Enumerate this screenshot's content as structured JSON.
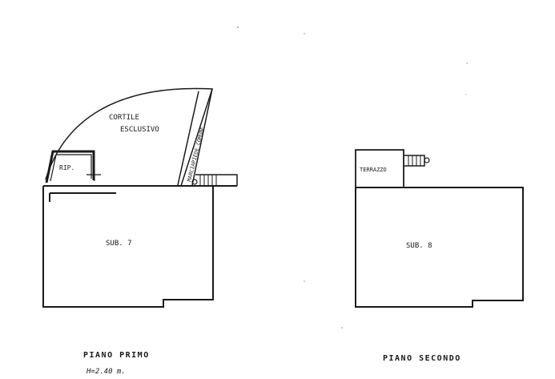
{
  "floor_first": {
    "courtyard_line1": "CORTILE",
    "courtyard_line2": "ESCLUSIVO",
    "sidewalk": "MARCIAPIEDE COMUNE",
    "storage": "RIP.",
    "unit": "SUB. 7",
    "caption": "PIANO PRIMO",
    "height_note": "H=2.40 m."
  },
  "floor_second": {
    "terrace": "TERRAZZO",
    "unit": "SUB. 8",
    "caption": "PIANO SECONDO"
  },
  "colors": {
    "ink": "#1a1a1a",
    "paper": "#ffffff"
  }
}
